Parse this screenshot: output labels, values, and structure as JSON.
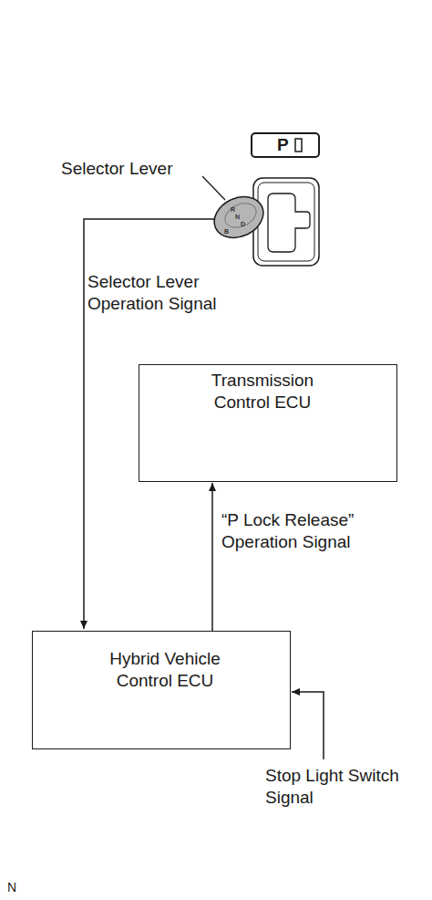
{
  "diagram": {
    "nodes": [
      {
        "text": [
          "Transmission Control ECU"
        ]
      },
      {
        "text": [
          "Hybrid Vehicle Control ECU"
        ]
      }
    ],
    "edges": [
      {
        "from": 1,
        "to": 0,
        "arrow": "to",
        "label": "“P Lock Release” Operation Signal"
      }
    ],
    "labels": [
      "P",
      "Selector Lever",
      "R",
      "N",
      "D",
      "B",
      "Selector Lever Operation Signal",
      "Stop Light Switch Signal",
      "N"
    ]
  }
}
